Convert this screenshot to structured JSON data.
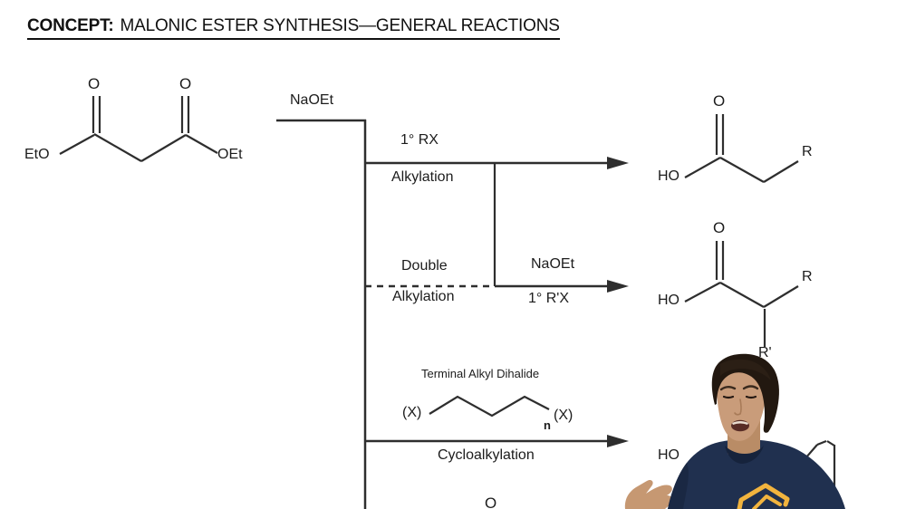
{
  "title": {
    "label": "CONCEPT:",
    "text": "MALONIC ESTER SYNTHESIS—GENERAL REACTIONS"
  },
  "diagram": {
    "substrate": {
      "o_left": "O",
      "o_right": "O",
      "eto": "EtO",
      "oet": "OEt"
    },
    "base_label": "NaOEt",
    "branch_alkylation": {
      "reagent": "1° RX",
      "name": "Alkylation"
    },
    "branch_double": {
      "name_top": "Double",
      "name_bottom": "Alkylation",
      "reagent_top": "NaOEt",
      "reagent_bottom": "1° R'X"
    },
    "branch_cyclo": {
      "header": "Terminal Alkyl Dihalide",
      "x_left": "(X)",
      "x_right": "(X)",
      "n": "n",
      "name": "Cycloalkylation"
    },
    "product_mono": {
      "o": "O",
      "ho": "HO",
      "r": "R"
    },
    "product_double": {
      "o": "O",
      "ho": "HO",
      "r": "R",
      "r_prime": "R'"
    },
    "product_cyclo": {
      "ho": "HO"
    },
    "partial_bottom": {
      "o": "O"
    }
  },
  "colors": {
    "ink": "#2e2e2e",
    "shirt_navy": "#20304f",
    "logo_gold": "#f2b43e",
    "skin": "#c99c7a",
    "background": "#ffffff"
  }
}
